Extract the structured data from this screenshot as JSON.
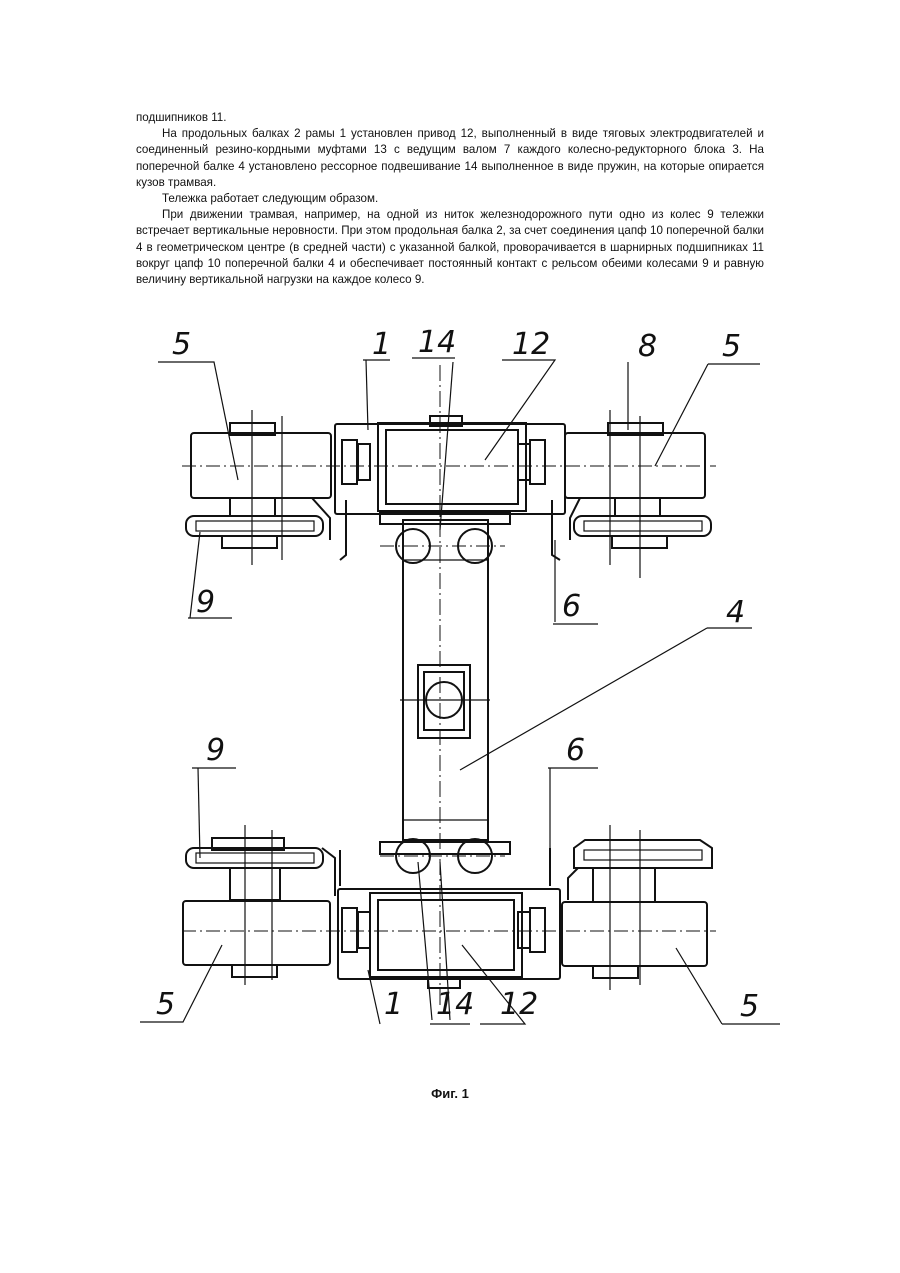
{
  "paragraphs": [
    "подшипников 11.",
    "На продольных балках 2 рамы 1 установлен привод 12, выполненный в виде тяговых электродвигателей и соединенный резино-кордными муфтами 13 с ведущим валом 7 каждого колесно-редукторного блока 3. На поперечной балке 4 установлено рессорное подвешивание 14 выполненное в виде пружин, на которые опирается кузов трамвая.",
    "Тележка работает следующим образом.",
    "При движении трамвая, например, на одной из ниток железнодорожного пути одно из колес 9 тележки встречает вертикальные неровности. При этом продольная балка 2, за счет соединения цапф 10 поперечной балки 4 в геометрическом центре (в средней части) с указанной балкой, проворачивается в шарнирных подшипниках 11 вокруг цапф 10 поперечной балки 4 и обеспечивает постоянный контакт с рельсом обеими колесами 9 и равную величину вертикальной нагрузки на каждое колесо 9."
  ],
  "figure": {
    "caption": "Фиг. 1",
    "labels": {
      "top_left_5": "5",
      "top_1": "1",
      "top_14": "14",
      "top_12": "12",
      "top_8": "8",
      "top_right_5": "5",
      "top_left_9": "9",
      "top_right_6": "6",
      "center_4": "4",
      "mid_left_9": "9",
      "mid_right_6": "6",
      "bottom_left_5": "5",
      "bottom_1": "1",
      "bottom_14": "14",
      "bottom_12": "12",
      "bottom_right_5": "5"
    }
  }
}
